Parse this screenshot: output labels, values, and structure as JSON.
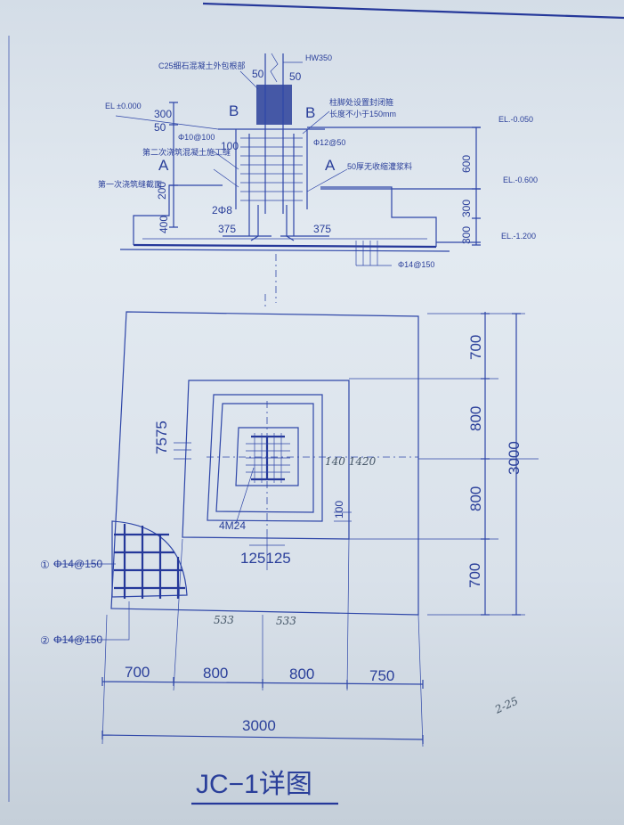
{
  "title": "JC−1详图",
  "section": {
    "column_label": "HW350",
    "concrete_note": "C25细石混凝土外包根部",
    "rebar_note_1": "柱脚处设置封闭箍",
    "rebar_note_2": "长度不小于150mm",
    "second_pour_note": "第二次浇筑混凝土施工缝",
    "first_pour_note": "第一次浇筑缝截面",
    "grout_note": "50厚无收缩灌浆料",
    "el_left": "EL ±0.000",
    "el_1": "EL.-0.050",
    "el_2": "EL.-0.600",
    "el_3": "EL.-1.200",
    "stirrup": "Φ10@100",
    "stirrup_2": "Φ12@50",
    "rebar_2": "2Φ8",
    "bottom_rebar": "Φ14@150",
    "dim_50a": "50",
    "dim_50b": "50",
    "dim_300": "300",
    "dim_50c": "50",
    "dim_100a": "100",
    "dim_200": "200",
    "dim_400": "400",
    "dim_375a": "375",
    "dim_375b": "375",
    "dim_600": "600",
    "dim_300b": "300",
    "dim_300c": "300",
    "cut_a1": "A",
    "cut_a2": "A",
    "cut_b1": "B",
    "cut_b2": "B"
  },
  "plan": {
    "dim_left_7575": "7575",
    "dim_100": "100",
    "anchor_bolts": "4M24",
    "dim_125": "125125",
    "callout_1": "①",
    "callout_2": "②",
    "rebar_1": "Φ14@150",
    "rebar_2": "Φ14@150",
    "right_dims": [
      "700",
      "800",
      "800",
      "700"
    ],
    "right_total": "3000",
    "bottom_dims": [
      "700",
      "800",
      "800",
      "750"
    ],
    "bottom_total": "3000"
  },
  "handwritten": {
    "right_note": "140 1420",
    "bottom_left": "533",
    "bottom_right": "533",
    "corner": "2-25"
  }
}
